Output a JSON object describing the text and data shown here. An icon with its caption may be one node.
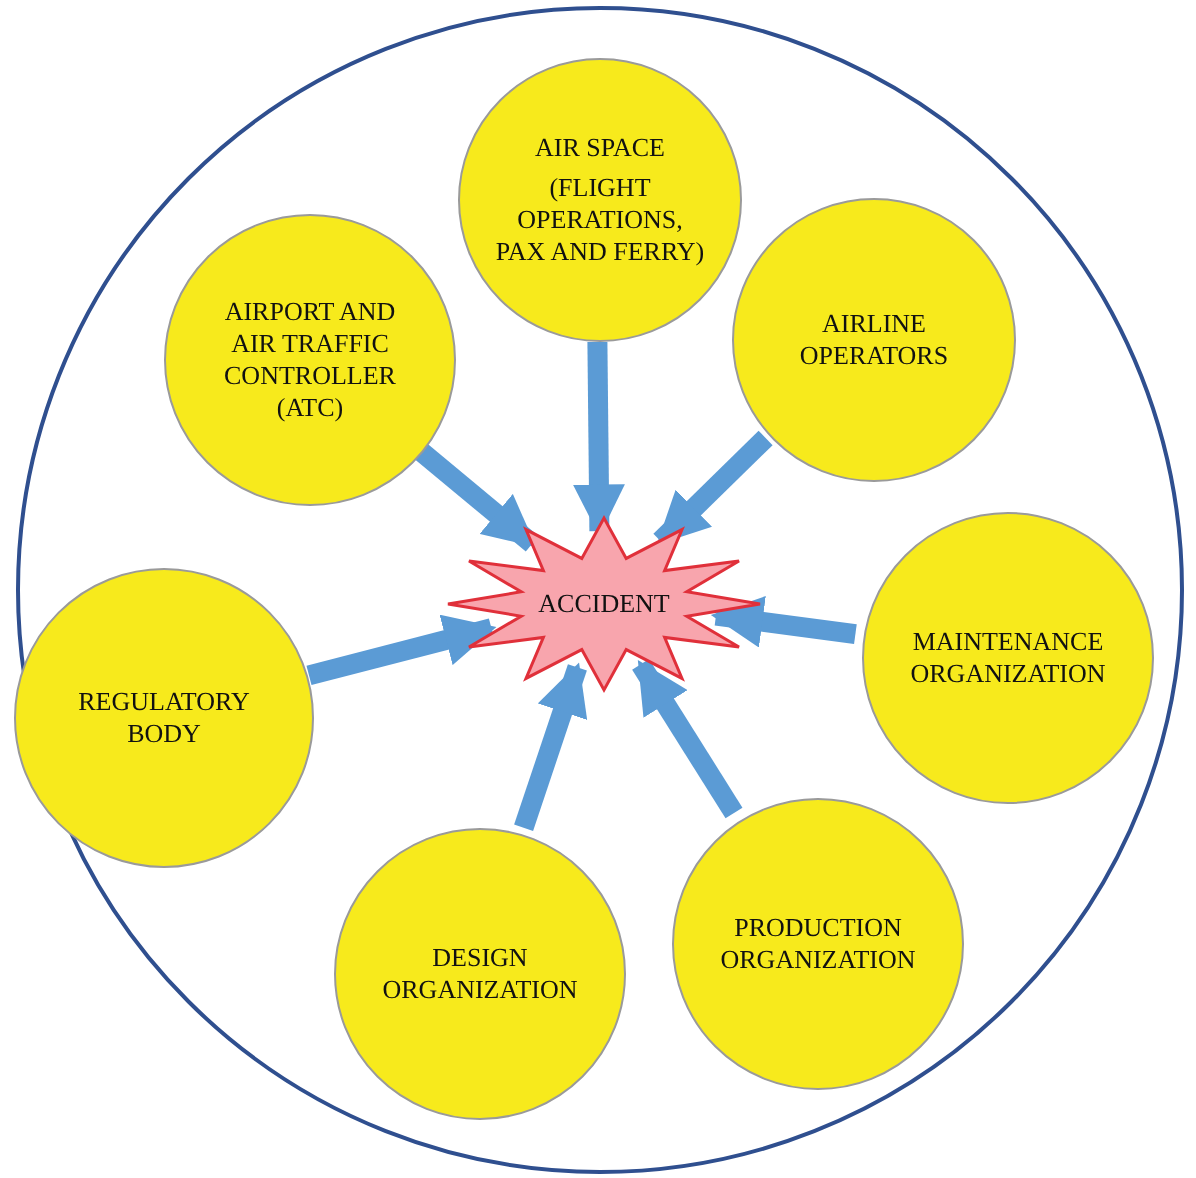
{
  "diagram": {
    "nodes": [
      {
        "text": [],
        "shape": "circle"
      },
      {
        "text": [
          "AIR SPACE",
          "(FLIGHT OPERATIONS, PAX AND FERRY)"
        ],
        "in": 0
      },
      {
        "text": [
          "AIRLINE OPERATORS"
        ],
        "in": 0
      },
      {
        "text": [
          "AIRPORT AND AIR TRAFFIC CONTROLLER (ATC)"
        ],
        "in": 0
      },
      {
        "text": [
          "ACCIDENT"
        ],
        "in": 0
      },
      {
        "text": [
          "MAINTENANCE ORGANIZATION"
        ],
        "in": 0
      },
      {
        "text": [
          "REGULATORY BODY"
        ],
        "in": 0
      },
      {
        "text": [
          "PRODUCTION ORGANIZATION"
        ],
        "in": 0
      },
      {
        "text": [
          "DESIGN ORGANIZATION"
        ],
        "in": 0
      }
    ],
    "edges": [
      {
        "from": 1,
        "to": 4,
        "arrow": "to"
      },
      {
        "from": 2,
        "to": 4,
        "arrow": "to"
      },
      {
        "from": 3,
        "to": 4,
        "arrow": "to"
      },
      {
        "from": 5,
        "to": 4,
        "arrow": "to"
      },
      {
        "from": 6,
        "to": 4,
        "arrow": "to"
      },
      {
        "from": 7,
        "to": 4,
        "arrow": "to"
      },
      {
        "from": 8,
        "to": 4,
        "arrow": "to"
      }
    ]
  }
}
